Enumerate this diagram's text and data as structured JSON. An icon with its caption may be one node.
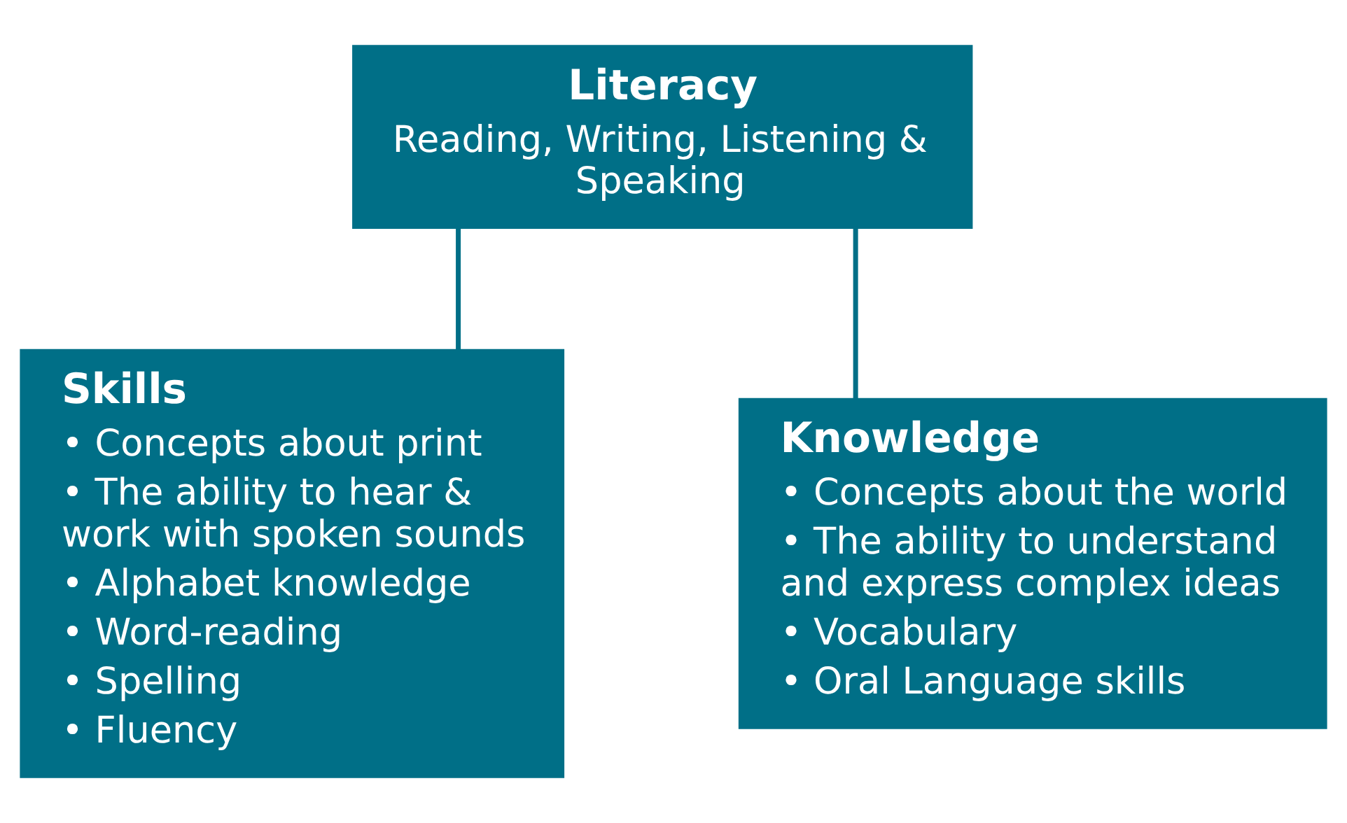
{
  "diagram": {
    "nodes": [
      {
        "text": [
          "Literacy",
          "Reading, Writing, Listening & Speaking"
        ]
      },
      {
        "text": [
          "Skills",
          "• Concepts about print",
          "• The ability to hear & work with spoken sounds",
          "• Alphabet knowledge",
          "• Word-reading",
          "• Spelling",
          "• Fluency"
        ]
      },
      {
        "text": [
          "Knowledge",
          "• Concepts about the world",
          "• The ability to understand and express complex ideas",
          "• Vocabulary",
          "• Oral Language skills"
        ]
      }
    ],
    "edges": [
      {
        "from": 0,
        "to": 1,
        "arrow": "none"
      },
      {
        "from": 0,
        "to": 2,
        "arrow": "none"
      }
    ]
  }
}
